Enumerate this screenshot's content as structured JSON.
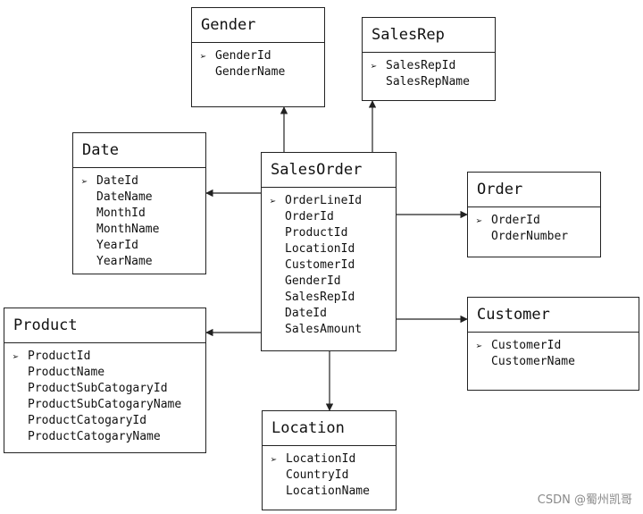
{
  "pk_marker": "➢",
  "entities": {
    "gender": {
      "title": "Gender",
      "fields": [
        "GenderId",
        "GenderName"
      ]
    },
    "salesrep": {
      "title": "SalesRep",
      "fields": [
        "SalesRepId",
        "SalesRepName"
      ]
    },
    "date": {
      "title": "Date",
      "fields": [
        "DateId",
        "DateName",
        "MonthId",
        "MonthName",
        "YearId",
        "YearName"
      ]
    },
    "salesorder": {
      "title": "SalesOrder",
      "fields": [
        "OrderLineId",
        "OrderId",
        "ProductId",
        "LocationId",
        "CustomerId",
        "GenderId",
        "SalesRepId",
        "DateId",
        "SalesAmount"
      ]
    },
    "order": {
      "title": "Order",
      "fields": [
        "OrderId",
        "OrderNumber"
      ]
    },
    "product": {
      "title": "Product",
      "fields": [
        "ProductId",
        "ProductName",
        "ProductSubCatogaryId",
        "ProductSubCatogaryName",
        "ProductCatogaryId",
        "ProductCatogaryName"
      ]
    },
    "customer": {
      "title": "Customer",
      "fields": [
        "CustomerId",
        "CustomerName"
      ]
    },
    "location": {
      "title": "Location",
      "fields": [
        "LocationId",
        "CountryId",
        "LocationName"
      ]
    }
  },
  "relationships": [
    {
      "from": "salesorder",
      "to": "gender"
    },
    {
      "from": "salesorder",
      "to": "salesrep"
    },
    {
      "from": "salesorder",
      "to": "date"
    },
    {
      "from": "salesorder",
      "to": "order"
    },
    {
      "from": "salesorder",
      "to": "product"
    },
    {
      "from": "salesorder",
      "to": "customer"
    },
    {
      "from": "salesorder",
      "to": "location"
    }
  ],
  "watermark": "CSDN @蜀州凯哥"
}
